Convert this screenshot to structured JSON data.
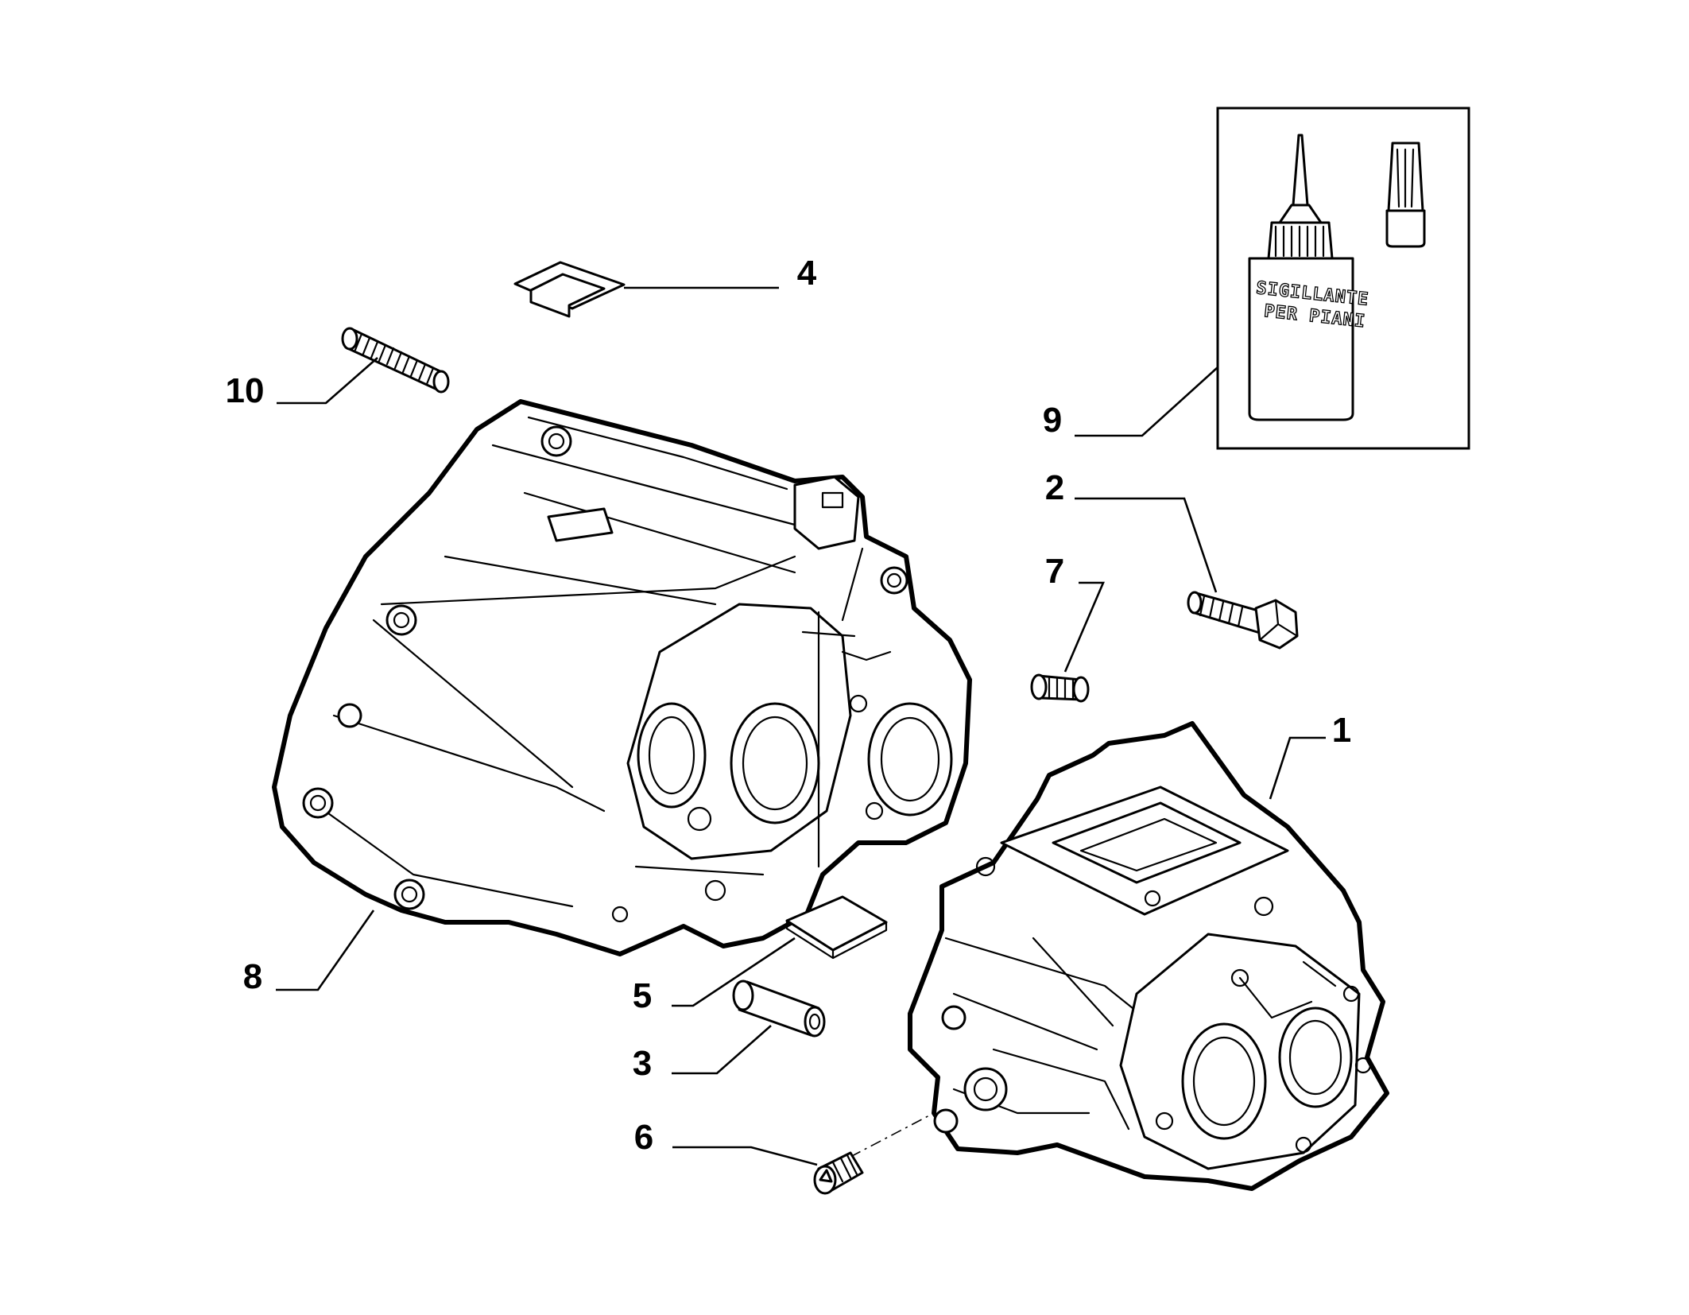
{
  "callouts": {
    "c1": "1",
    "c2": "2",
    "c3": "3",
    "c4": "4",
    "c5": "5",
    "c6": "6",
    "c7": "7",
    "c8": "8",
    "c9": "9",
    "c10": "10"
  },
  "tube": {
    "line1": "SIGILLANTE",
    "line2": "PER PIANI"
  }
}
